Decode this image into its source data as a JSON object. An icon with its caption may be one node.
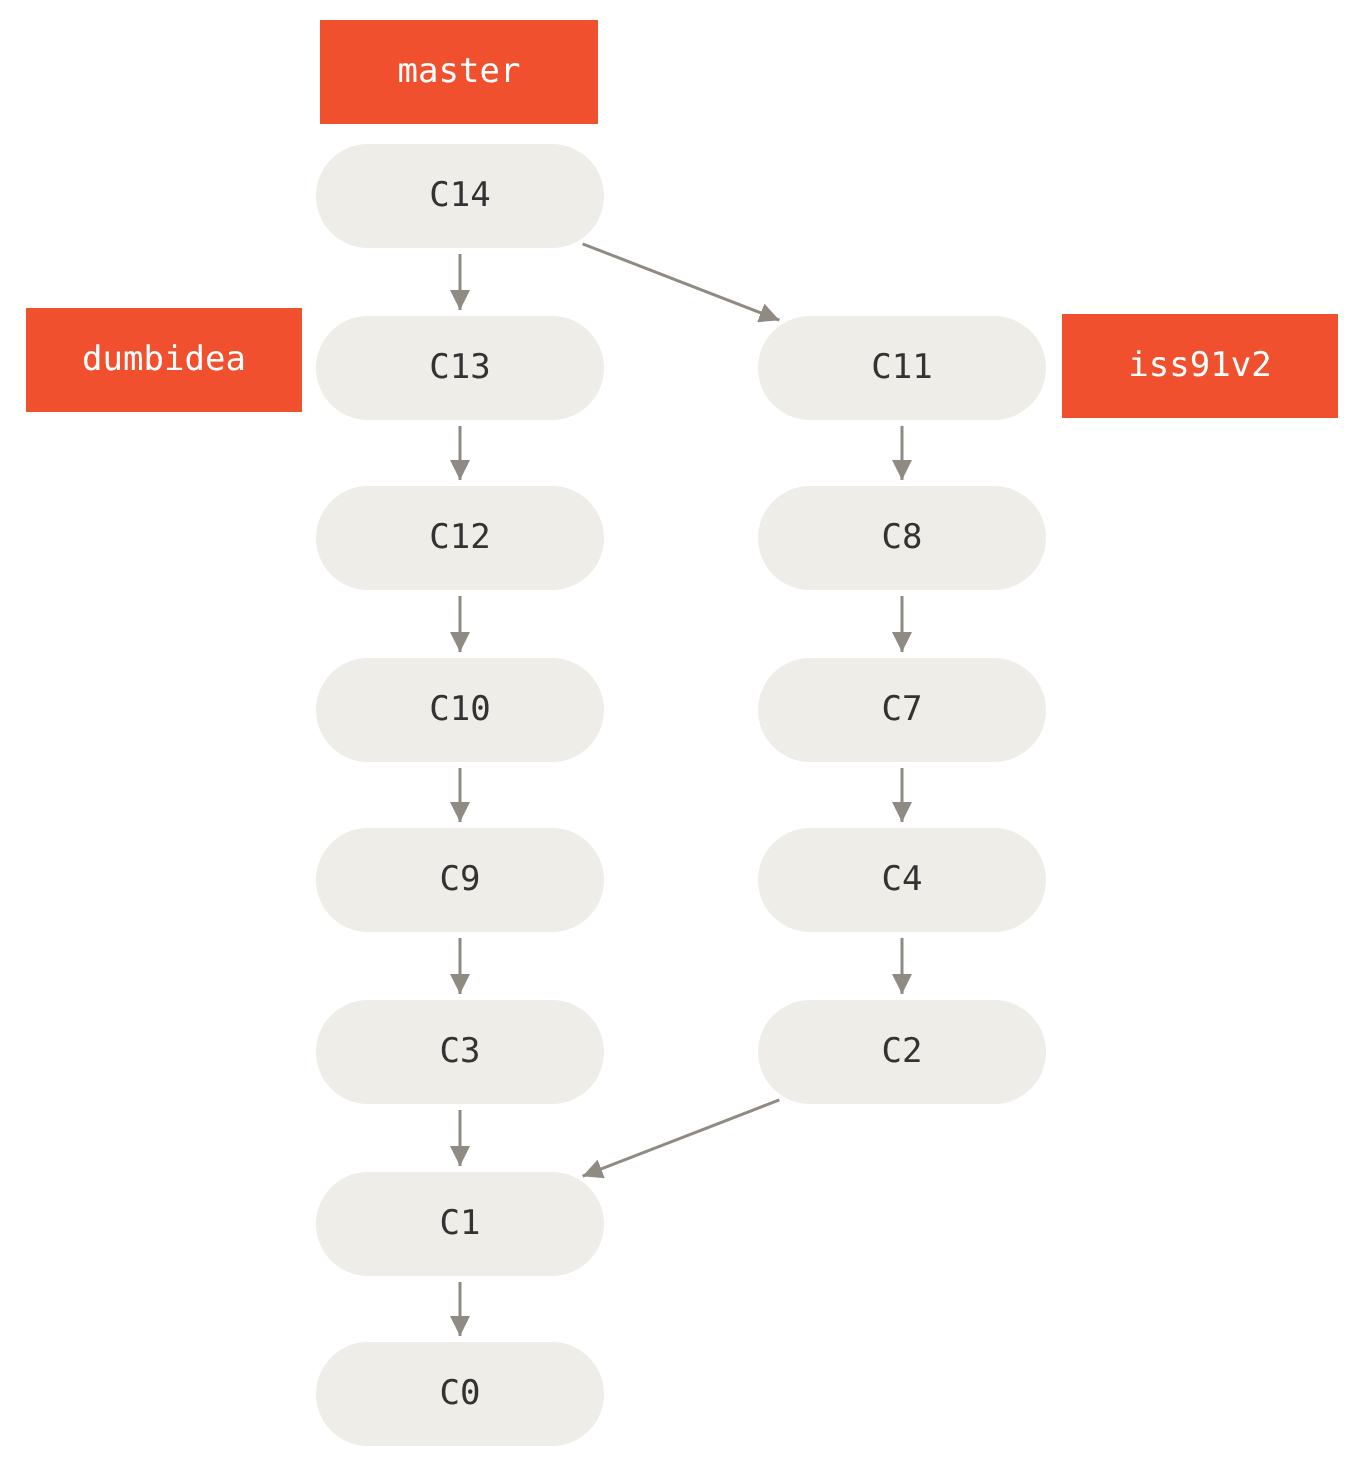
{
  "diagram": {
    "nodes": [
      {
        "text": [
          "master"
        ]
      },
      {
        "text": [
          "C14"
        ]
      },
      {
        "text": [
          "dumbidea"
        ]
      },
      {
        "text": [
          "C13"
        ]
      },
      {
        "text": [
          "C11"
        ]
      },
      {
        "text": [
          "iss91v2"
        ]
      },
      {
        "text": [
          "C12"
        ]
      },
      {
        "text": [
          "C8"
        ]
      },
      {
        "text": [
          "C10"
        ]
      },
      {
        "text": [
          "C7"
        ]
      },
      {
        "text": [
          "C9"
        ]
      },
      {
        "text": [
          "C4"
        ]
      },
      {
        "text": [
          "C3"
        ]
      },
      {
        "text": [
          "C2"
        ]
      },
      {
        "text": [
          "C1"
        ]
      },
      {
        "text": [
          "C0"
        ]
      }
    ],
    "edges": [
      {
        "from": 1,
        "to": 3,
        "arrow": "to"
      },
      {
        "from": 1,
        "to": 4,
        "arrow": "to"
      },
      {
        "from": 3,
        "to": 6,
        "arrow": "to"
      },
      {
        "from": 6,
        "to": 8,
        "arrow": "to"
      },
      {
        "from": 8,
        "to": 10,
        "arrow": "to"
      },
      {
        "from": 10,
        "to": 12,
        "arrow": "to"
      },
      {
        "from": 12,
        "to": 14,
        "arrow": "to"
      },
      {
        "from": 14,
        "to": 15,
        "arrow": "to"
      },
      {
        "from": 4,
        "to": 7,
        "arrow": "to"
      },
      {
        "from": 7,
        "to": 9,
        "arrow": "to"
      },
      {
        "from": 9,
        "to": 11,
        "arrow": "to"
      },
      {
        "from": 11,
        "to": 13,
        "arrow": "to"
      },
      {
        "from": 13,
        "to": 14,
        "arrow": "to"
      }
    ]
  }
}
